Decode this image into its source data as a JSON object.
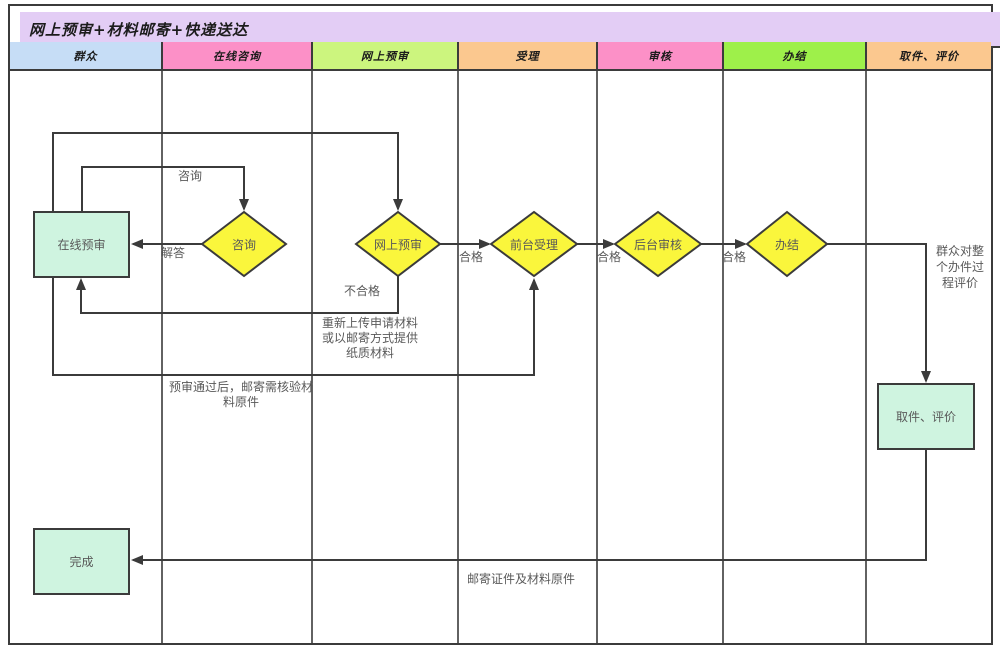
{
  "title": "网上预审+材料邮寄+快递送达",
  "lanes": [
    {
      "label": "群众",
      "color": "#c6ddf6"
    },
    {
      "label": "在线咨询",
      "color": "#fc90c7"
    },
    {
      "label": "网上预审",
      "color": "#ccf57e"
    },
    {
      "label": "受理",
      "color": "#fbc88f"
    },
    {
      "label": "审核",
      "color": "#fc90c7"
    },
    {
      "label": "办结",
      "color": "#9ef04a"
    },
    {
      "label": "取件、评价",
      "color": "#fbc88f"
    }
  ],
  "nodes": {
    "online_preapproval": "在线预审",
    "consult": "咨询",
    "online_review": "网上预审",
    "front_desk_accept": "前台受理",
    "backend_review": "后台审核",
    "conclude": "办结",
    "pickup_evaluate": "取件、评价",
    "finish": "完成"
  },
  "edge_labels": {
    "consult": "咨询",
    "answer": "解答",
    "pass1": "合格",
    "pass2": "合格",
    "pass3": "合格",
    "fail": "不合格",
    "reupload": "重新上传申请材料\n或以邮寄方式提供\n纸质材料",
    "preapproved": "预审通过后，邮寄需核验材\n料原件",
    "evaluate": "群众对整\n个办件过\n程评价",
    "mail": "邮寄证件及材料原件"
  },
  "colors": {
    "title_bg": "#e3cdf5",
    "node_fill": "#cff4e0",
    "diamond_fill": "#faf63c",
    "line": "#3b3b3b"
  }
}
